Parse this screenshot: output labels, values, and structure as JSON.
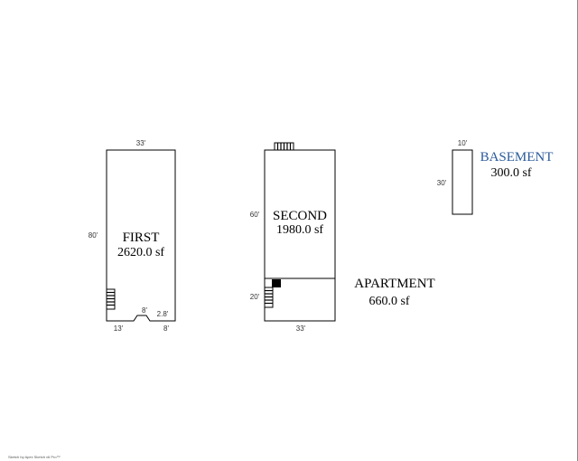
{
  "areas": {
    "first": {
      "name": "FIRST",
      "sf": "2620.0 sf"
    },
    "second": {
      "name": "SECOND",
      "sf": "1980.0 sf"
    },
    "apartment": {
      "name": "APARTMENT",
      "sf": "660.0 sf"
    },
    "basement": {
      "name": "BASEMENT",
      "sf": "300.0 sf"
    }
  },
  "dimensions": {
    "first_top": "33'",
    "first_left": "80'",
    "first_bottom_left": "13'",
    "first_bottom_right": "8'",
    "first_notch_width": "8'",
    "first_notch_depth": "2.8'",
    "second_left": "60'",
    "apartment_left": "20'",
    "second_bottom": "33'",
    "basement_top": "10'",
    "basement_left": "30'"
  },
  "footer": {
    "credit": "Sketch by Apex Sketch v6 Pro™"
  },
  "colors": {
    "line": "#000000",
    "basement_label": "#2a5a9a"
  }
}
